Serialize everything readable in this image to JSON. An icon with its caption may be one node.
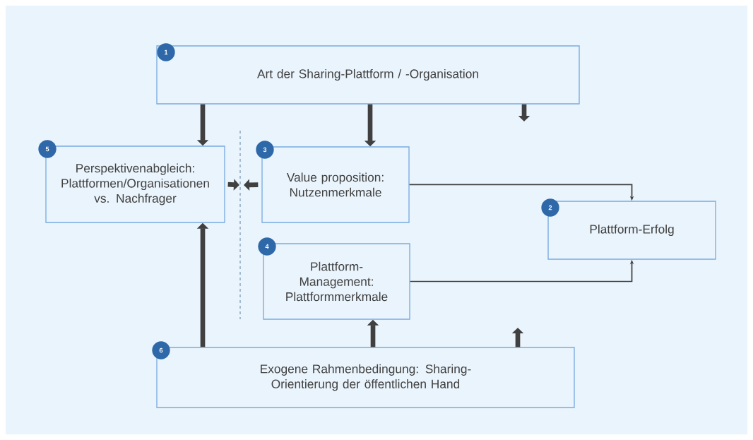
{
  "diagram": {
    "nodes": [
      {
        "text": [
          "1",
          "Art der Sharing-Plattform / -Organisation"
        ]
      },
      {
        "text": [
          "5",
          "Perspektivenabgleich: Plattformen/Organisationen vs. Nachfrager"
        ]
      },
      {
        "text": [
          "3",
          "Value proposition: Nutzenmerkmale"
        ]
      },
      {
        "text": [
          "2",
          "Plattform-Erfolg"
        ]
      },
      {
        "text": [
          "4",
          "Plattform-Management: Plattformmerkmale"
        ]
      },
      {
        "text": [
          "6",
          "Exogene Rahmenbedingung: Sharing-Orientierung der öffentlichen Hand"
        ]
      }
    ],
    "edges": [
      {
        "from": 0,
        "to": 1,
        "arrow": "to"
      },
      {
        "from": 0,
        "to": 2,
        "arrow": "to"
      },
      {
        "from": 0,
        "to": null,
        "arrow": "to"
      },
      {
        "from": 5,
        "to": 1,
        "arrow": "to"
      },
      {
        "from": 5,
        "to": 4,
        "arrow": "to"
      },
      {
        "from": 5,
        "to": null,
        "arrow": "to"
      },
      {
        "from": 1,
        "to": null,
        "arrow": "to"
      },
      {
        "from": 2,
        "to": null,
        "arrow": "to"
      },
      {
        "from": 2,
        "to": 3,
        "arrow": "to"
      },
      {
        "from": 4,
        "to": 3,
        "arrow": "to"
      }
    ]
  }
}
